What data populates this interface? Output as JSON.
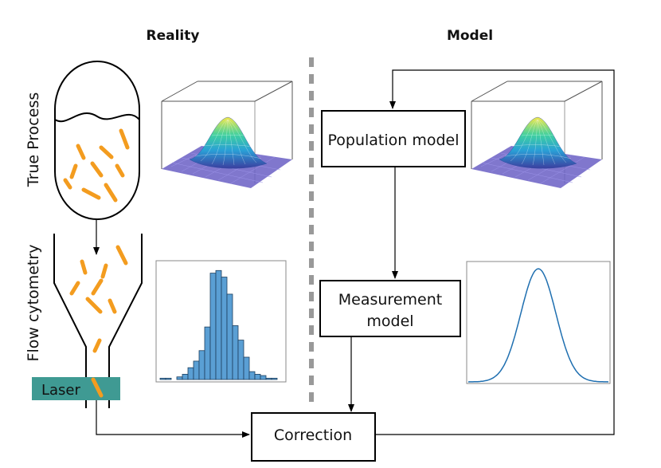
{
  "headers": {
    "reality": "Reality",
    "model": "Model"
  },
  "side_labels": {
    "true_process": "True Process",
    "flow_cytometry": "Flow cytometry"
  },
  "boxes": {
    "population_model": "Population model",
    "measurement_model_line1": "Measurement",
    "measurement_model_line2": "model",
    "correction": "Correction",
    "laser": "Laser"
  },
  "colors": {
    "cell": "#f39c1f",
    "laser": "#3f9a93",
    "histogram_bar": "#5a9fd4",
    "histogram_edge": "#1d3f5e",
    "gaussian_line": "#1f6fb0",
    "divider": "#999999"
  },
  "chart_data": [
    {
      "type": "bar",
      "categories": [
        "1",
        "2",
        "3",
        "4",
        "5",
        "6",
        "7",
        "8",
        "9",
        "10",
        "11",
        "12",
        "13",
        "14",
        "15",
        "16",
        "17",
        "18",
        "19",
        "20",
        "21",
        "22"
      ],
      "values": [
        1,
        1,
        0,
        2,
        4,
        9,
        14,
        22,
        40,
        81,
        83,
        78,
        65,
        41,
        30,
        17,
        6,
        4,
        3,
        1,
        1,
        0
      ],
      "xlabel": "",
      "ylabel": "",
      "ylim": [
        0,
        85
      ]
    },
    {
      "type": "line",
      "x": [
        -4,
        -3.5,
        -3,
        -2.5,
        -2,
        -1.5,
        -1,
        -0.5,
        0,
        0.5,
        1,
        1.5,
        2,
        2.5,
        3,
        3.5,
        4
      ],
      "values": [
        0.0003,
        0.002,
        0.011,
        0.044,
        0.135,
        0.325,
        0.607,
        0.882,
        1.0,
        0.882,
        0.607,
        0.325,
        0.135,
        0.044,
        0.011,
        0.002,
        0.0003
      ],
      "ylim": [
        0,
        1.05
      ]
    }
  ]
}
